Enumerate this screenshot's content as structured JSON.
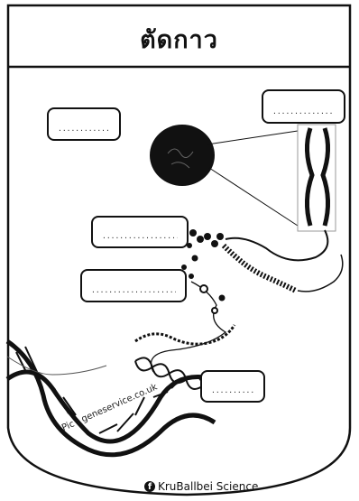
{
  "title": "ตัดกาว",
  "labels": {
    "blank": ".............................",
    "blank_short": "......................",
    "blank_long": "..................................."
  },
  "credit": {
    "pic_source": "Pic : geneservice.co.uk",
    "brand": "KruBallbei Science",
    "brand_icon": "facebook-icon"
  },
  "colors": {
    "ink": "#111111",
    "paper": "#ffffff"
  }
}
